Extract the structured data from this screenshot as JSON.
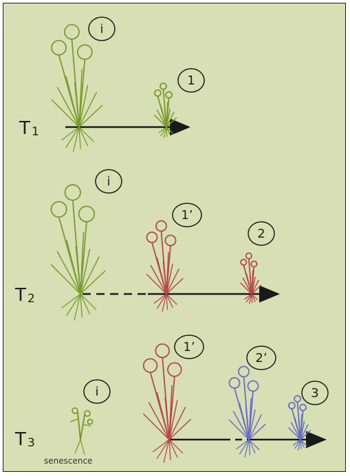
{
  "colors": {
    "background": "#d8dfb4",
    "green_plant": "#7a9a2e",
    "red_plant": "#b24a4a",
    "blue_plant": "#6a6fc0",
    "arrow": "#1a1a1a"
  },
  "rows": [
    {
      "time_label": "T",
      "time_sub": "1",
      "generations": [
        {
          "label": "i",
          "color": "green",
          "size": "large"
        },
        {
          "label": "1",
          "color": "green",
          "size": "small"
        }
      ]
    },
    {
      "time_label": "T",
      "time_sub": "2",
      "generations": [
        {
          "label": "i",
          "color": "green",
          "size": "large"
        },
        {
          "label": "1’",
          "color": "red",
          "size": "medium"
        },
        {
          "label": "2",
          "color": "red",
          "size": "small"
        }
      ]
    },
    {
      "time_label": "T",
      "time_sub": "3",
      "generations": [
        {
          "label": "i",
          "color": "green",
          "size": "senescent"
        },
        {
          "label": "1’",
          "color": "red",
          "size": "large"
        },
        {
          "label": "2’",
          "color": "blue",
          "size": "medium"
        },
        {
          "label": "3",
          "color": "blue",
          "size": "small"
        }
      ],
      "note": "senescence"
    }
  ]
}
